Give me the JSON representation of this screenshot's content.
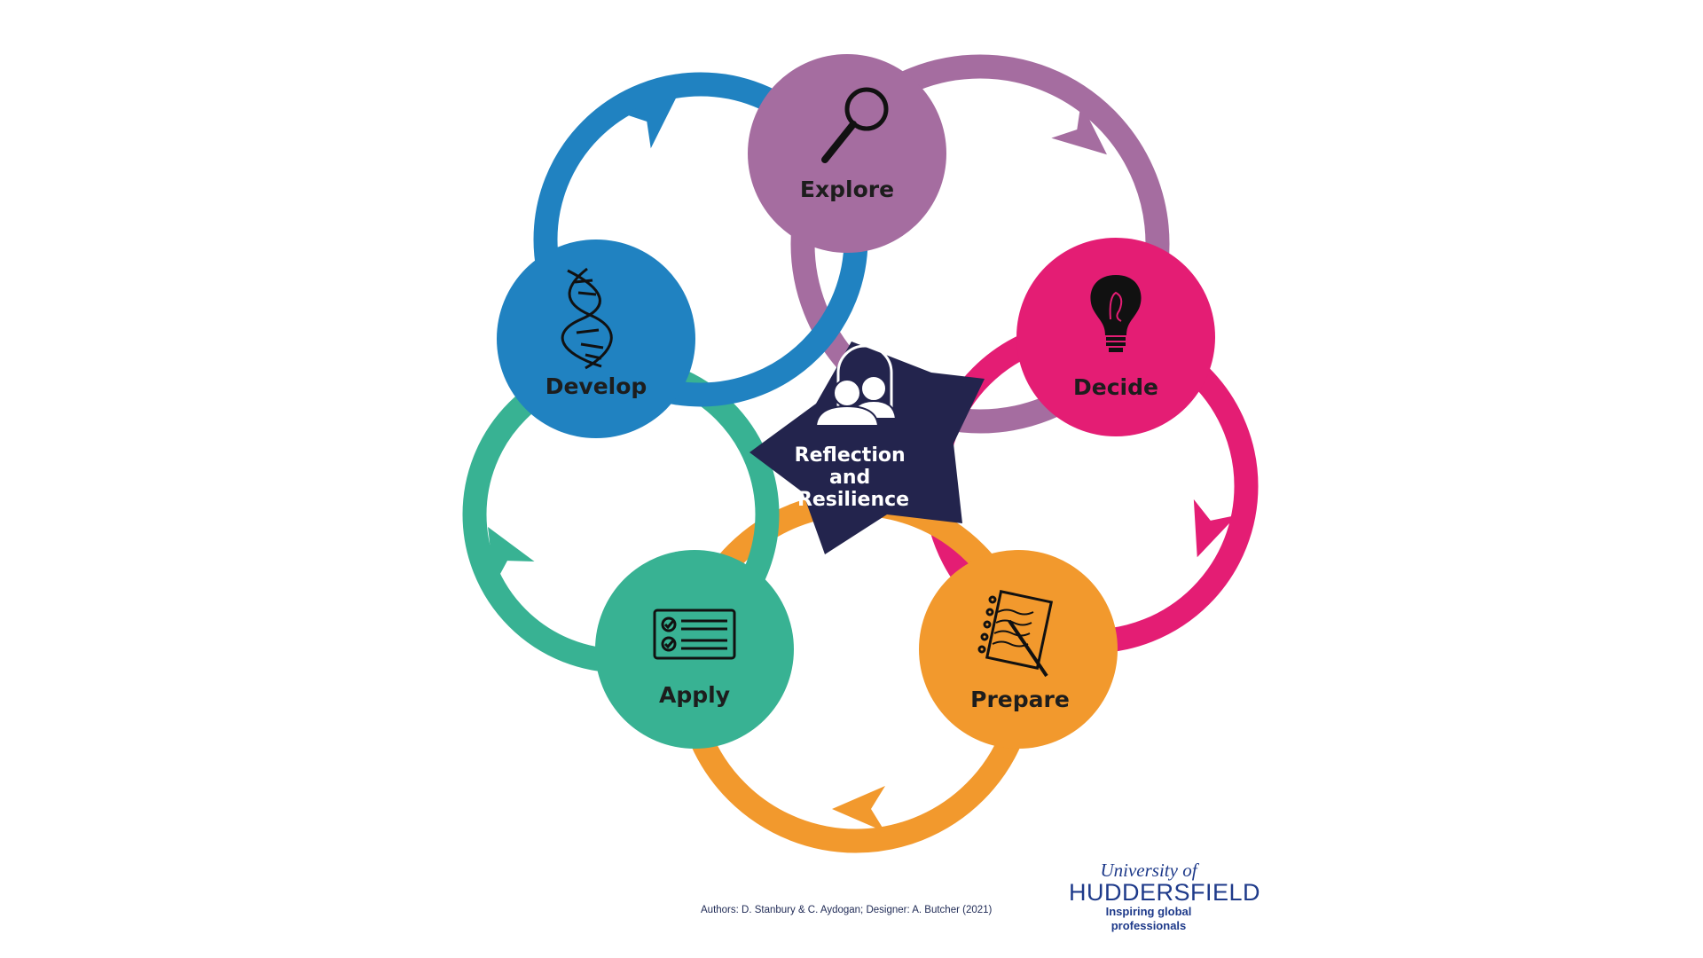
{
  "center": {
    "label_lines": [
      "Reflection",
      "and",
      "Resilience"
    ],
    "color": "#23244d",
    "icon": "people-dome-icon"
  },
  "nodes": [
    {
      "id": "explore",
      "label": "Explore",
      "color": "#a56da0",
      "icon": "magnifier-icon"
    },
    {
      "id": "decide",
      "label": "Decide",
      "color": "#e41d74",
      "icon": "lightbulb-icon"
    },
    {
      "id": "prepare",
      "label": "Prepare",
      "color": "#f2992d",
      "icon": "notebook-pen-icon"
    },
    {
      "id": "apply",
      "label": "Apply",
      "color": "#38b293",
      "icon": "checklist-card-icon"
    },
    {
      "id": "develop",
      "label": "Develop",
      "color": "#2082c1",
      "icon": "dna-icon"
    }
  ],
  "credits": "Authors: D. Stanbury & C. Aydogan; Designer: A. Butcher (2021)",
  "logo": {
    "line1": "University of",
    "line2": "HUDDERSFIELD",
    "tagline": "Inspiring global professionals"
  }
}
